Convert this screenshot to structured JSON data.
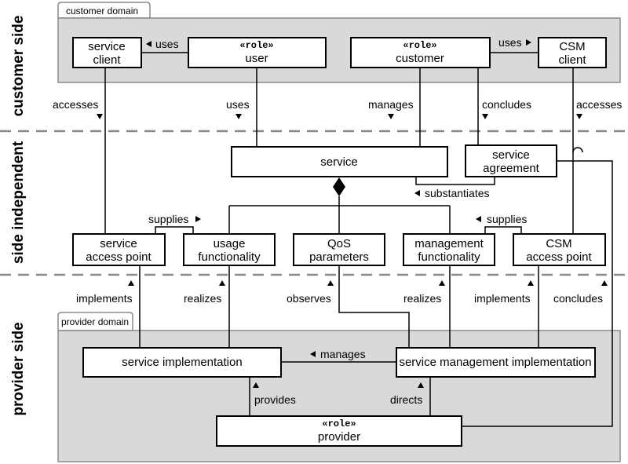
{
  "side_labels": {
    "customer": "customer side",
    "independent": "side independent",
    "provider": "provider side"
  },
  "domains": {
    "customer": "customer domain",
    "provider": "provider domain"
  },
  "stereotype": "«role»",
  "boxes": {
    "service_client": [
      "service",
      "client"
    ],
    "user": "user",
    "customer": "customer",
    "csm_client": [
      "CSM",
      "client"
    ],
    "service": "service",
    "service_agreement": [
      "service",
      "agreement"
    ],
    "service_access_point": [
      "service",
      "access point"
    ],
    "usage_functionality": [
      "usage",
      "functionality"
    ],
    "qos_parameters": [
      "QoS",
      "parameters"
    ],
    "management_functionality": [
      "management",
      "functionality"
    ],
    "csm_access_point": [
      "CSM",
      "access point"
    ],
    "service_implementation": "service implementation",
    "service_management_implementation": "service management implementation",
    "provider": "provider"
  },
  "relations": {
    "uses_left": "uses",
    "uses_right": "uses",
    "accesses_left": "accesses",
    "uses_mid": "uses",
    "manages_top": "manages",
    "concludes_top": "concludes",
    "accesses_right": "accesses",
    "substantiates": "substantiates",
    "supplies_left": "supplies",
    "supplies_right": "supplies",
    "implements_left": "implements",
    "realizes_left": "realizes",
    "observes": "observes",
    "realizes_right": "realizes",
    "implements_right": "implements",
    "concludes_bottom": "concludes",
    "manages_bottom": "manages",
    "provides": "provides",
    "directs": "directs"
  }
}
